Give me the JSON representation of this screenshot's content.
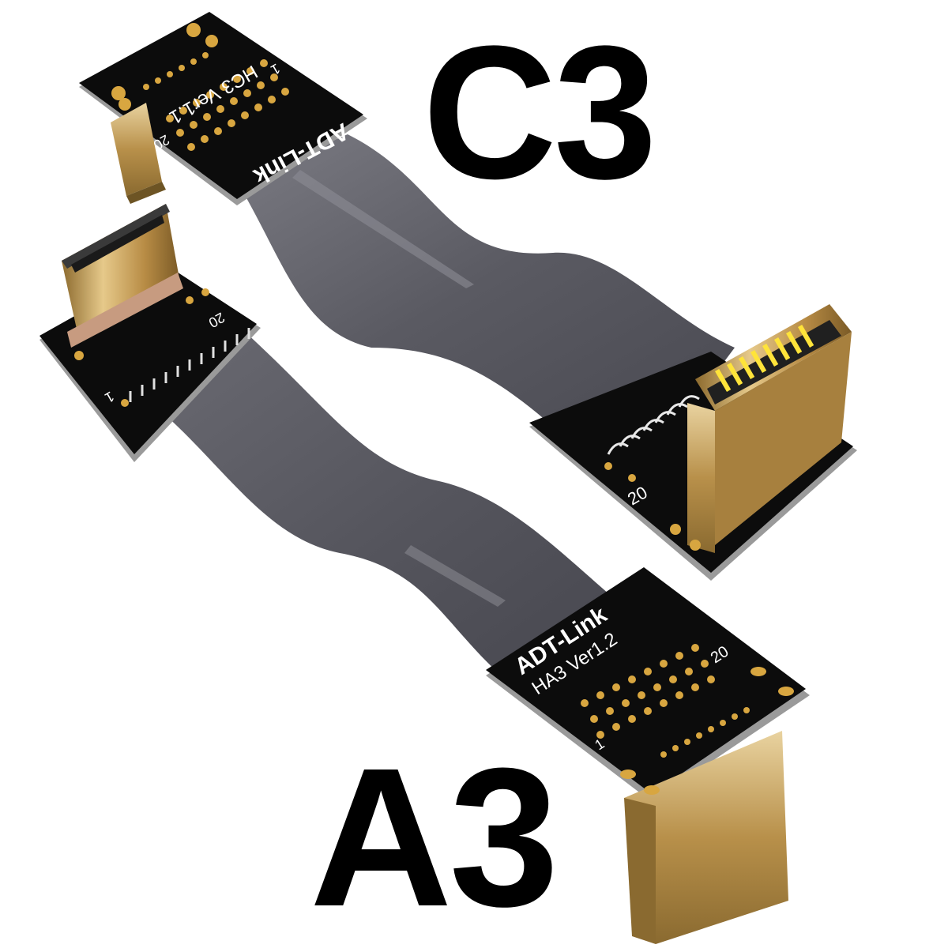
{
  "labels": {
    "top_model": "C3",
    "bottom_model": "A3"
  },
  "upper_board": {
    "brand": "ADT-Link",
    "model_text": "HC3 Ver1.1",
    "pin_first": "1",
    "pin_last": "20"
  },
  "lower_left_board": {
    "pin_first": "1",
    "pin_last": "20"
  },
  "lower_right_board": {
    "brand": "ADT-Link",
    "model_text": "HA3 Ver1.2",
    "pin_first": "1",
    "pin_last": "20"
  },
  "mid_right_board": {
    "pin_last": "20"
  },
  "colors": {
    "pcb": "#0c0c0c",
    "pcb_edge": "#9a9a9a",
    "ribbon": "#5e5e66",
    "gold": "#c9a25a",
    "pad": "#d8a640"
  }
}
